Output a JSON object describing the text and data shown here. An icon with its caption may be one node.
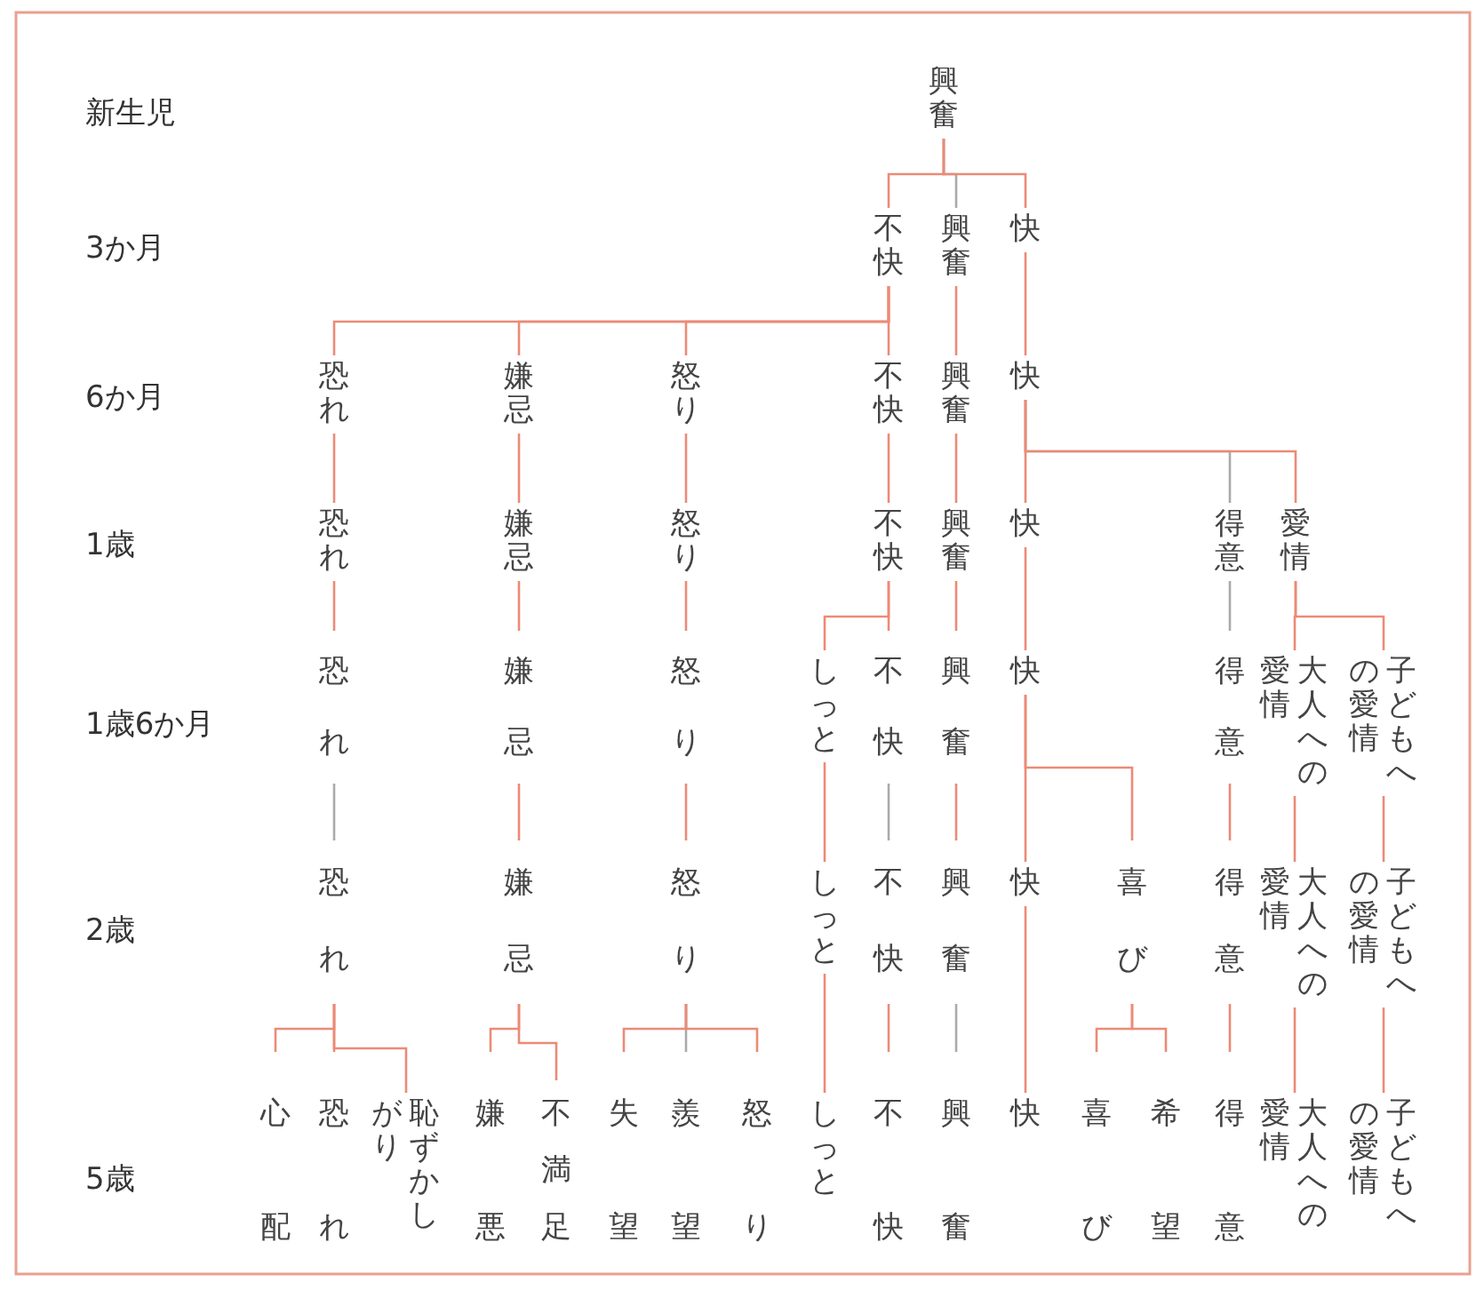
{
  "diagram": {
    "nodes": [
      {
        "text": [
          "興奮"
        ]
      },
      {
        "text": [
          "不快"
        ]
      },
      {
        "text": [
          "興奮"
        ]
      },
      {
        "text": [
          "快"
        ]
      },
      {
        "text": [
          "恐れ"
        ]
      },
      {
        "text": [
          "嫌忌"
        ]
      },
      {
        "text": [
          "怒り"
        ]
      },
      {
        "text": [
          "不快"
        ]
      },
      {
        "text": [
          "興奮"
        ]
      },
      {
        "text": [
          "快"
        ]
      },
      {
        "text": [
          "恐れ"
        ]
      },
      {
        "text": [
          "嫌忌"
        ]
      },
      {
        "text": [
          "怒り"
        ]
      },
      {
        "text": [
          "不快"
        ]
      },
      {
        "text": [
          "興奮"
        ]
      },
      {
        "text": [
          "快"
        ]
      },
      {
        "text": [
          "得意"
        ]
      },
      {
        "text": [
          "愛情"
        ]
      },
      {
        "text": [
          "恐れ"
        ]
      },
      {
        "text": [
          "嫌忌"
        ]
      },
      {
        "text": [
          "怒り"
        ]
      },
      {
        "text": [
          "しっと"
        ]
      },
      {
        "text": [
          "不快"
        ]
      },
      {
        "text": [
          "興奮"
        ]
      },
      {
        "text": [
          "快"
        ]
      },
      {
        "text": [
          "得意"
        ]
      },
      {
        "text": [
          "大人への愛情"
        ]
      },
      {
        "text": [
          "子どもへの愛情"
        ]
      },
      {
        "text": [
          "恐れ"
        ]
      },
      {
        "text": [
          "嫌忌"
        ]
      },
      {
        "text": [
          "怒り"
        ]
      },
      {
        "text": [
          "しっと"
        ]
      },
      {
        "text": [
          "不快"
        ]
      },
      {
        "text": [
          "興奮"
        ]
      },
      {
        "text": [
          "快"
        ]
      },
      {
        "text": [
          "喜び"
        ]
      },
      {
        "text": [
          "得意"
        ]
      },
      {
        "text": [
          "大人への愛情"
        ]
      },
      {
        "text": [
          "子どもへの愛情"
        ]
      },
      {
        "text": [
          "心配"
        ]
      },
      {
        "text": [
          "恐れ"
        ]
      },
      {
        "text": [
          "恥ずかしがり"
        ]
      },
      {
        "text": [
          "嫌悪"
        ]
      },
      {
        "text": [
          "不満足"
        ]
      },
      {
        "text": [
          "失望"
        ]
      },
      {
        "text": [
          "羨望"
        ]
      },
      {
        "text": [
          "怒り"
        ]
      },
      {
        "text": [
          "しっと"
        ]
      },
      {
        "text": [
          "不快"
        ]
      },
      {
        "text": [
          "興奮"
        ]
      },
      {
        "text": [
          "快"
        ]
      },
      {
        "text": [
          "喜び"
        ]
      },
      {
        "text": [
          "希望"
        ]
      },
      {
        "text": [
          "得意"
        ]
      },
      {
        "text": [
          "大人への愛情"
        ]
      },
      {
        "text": [
          "子どもへの愛情"
        ]
      }
    ],
    "edges": [
      {
        "from": 0,
        "to": 1,
        "arrow": "none"
      },
      {
        "from": 0,
        "to": 2,
        "arrow": "none",
        "color": "#aaaaaa"
      },
      {
        "from": 0,
        "to": 3,
        "arrow": "none"
      },
      {
        "from": 1,
        "to": 4,
        "arrow": "none"
      },
      {
        "from": 1,
        "to": 5,
        "arrow": "none"
      },
      {
        "from": 1,
        "to": 6,
        "arrow": "none"
      },
      {
        "from": 1,
        "to": 7,
        "arrow": "none"
      },
      {
        "from": 2,
        "to": 8,
        "arrow": "none"
      },
      {
        "from": 3,
        "to": 9,
        "arrow": "none"
      },
      {
        "from": 4,
        "to": 10,
        "arrow": "none"
      },
      {
        "from": 5,
        "to": 11,
        "arrow": "none"
      },
      {
        "from": 6,
        "to": 12,
        "arrow": "none"
      },
      {
        "from": 7,
        "to": 13,
        "arrow": "none"
      },
      {
        "from": 8,
        "to": 14,
        "arrow": "none"
      },
      {
        "from": 9,
        "to": 15,
        "arrow": "none"
      },
      {
        "from": 9,
        "to": 16,
        "arrow": "none",
        "color": "#aaaaaa"
      },
      {
        "from": 9,
        "to": 17,
        "arrow": "none"
      },
      {
        "from": 10,
        "to": 18,
        "arrow": "none"
      },
      {
        "from": 11,
        "to": 19,
        "arrow": "none"
      },
      {
        "from": 12,
        "to": 20,
        "arrow": "none"
      },
      {
        "from": 13,
        "to": 21,
        "arrow": "none"
      },
      {
        "from": 13,
        "to": 22,
        "arrow": "none"
      },
      {
        "from": 14,
        "to": 23,
        "arrow": "none"
      },
      {
        "from": 15,
        "to": 24,
        "arrow": "none"
      },
      {
        "from": 16,
        "to": 25,
        "arrow": "none",
        "color": "#aaaaaa"
      },
      {
        "from": 17,
        "to": 26,
        "arrow": "none"
      },
      {
        "from": 17,
        "to": 27,
        "arrow": "none"
      },
      {
        "from": 18,
        "to": 28,
        "arrow": "none",
        "color": "#aaaaaa"
      },
      {
        "from": 19,
        "to": 29,
        "arrow": "none"
      },
      {
        "from": 20,
        "to": 30,
        "arrow": "none"
      },
      {
        "from": 21,
        "to": 31,
        "arrow": "none"
      },
      {
        "from": 22,
        "to": 32,
        "arrow": "none",
        "color": "#aaaaaa"
      },
      {
        "from": 23,
        "to": 33,
        "arrow": "none"
      },
      {
        "from": 24,
        "to": 34,
        "arrow": "none"
      },
      {
        "from": 24,
        "to": 35,
        "arrow": "none"
      },
      {
        "from": 25,
        "to": 36,
        "arrow": "none"
      },
      {
        "from": 26,
        "to": 37,
        "arrow": "none"
      },
      {
        "from": 27,
        "to": 38,
        "arrow": "none"
      },
      {
        "from": 28,
        "to": 39,
        "arrow": "none"
      },
      {
        "from": 28,
        "to": 40,
        "arrow": "none"
      },
      {
        "from": 28,
        "to": 41,
        "arrow": "none"
      },
      {
        "from": 29,
        "to": 42,
        "arrow": "none"
      },
      {
        "from": 29,
        "to": 43,
        "arrow": "none"
      },
      {
        "from": 30,
        "to": 44,
        "arrow": "none"
      },
      {
        "from": 30,
        "to": 45,
        "arrow": "none",
        "color": "#aaaaaa"
      },
      {
        "from": 30,
        "to": 46,
        "arrow": "none"
      },
      {
        "from": 31,
        "to": 47,
        "arrow": "none"
      },
      {
        "from": 32,
        "to": 48,
        "arrow": "none"
      },
      {
        "from": 33,
        "to": 49,
        "arrow": "none",
        "color": "#aaaaaa"
      },
      {
        "from": 34,
        "to": 50,
        "arrow": "none"
      },
      {
        "from": 35,
        "to": 51,
        "arrow": "none"
      },
      {
        "from": 35,
        "to": 52,
        "arrow": "none"
      },
      {
        "from": 36,
        "to": 53,
        "arrow": "none"
      },
      {
        "from": 37,
        "to": 54,
        "arrow": "none"
      },
      {
        "from": 38,
        "to": 55,
        "arrow": "none"
      }
    ],
    "labels": [
      "新生児",
      "3か月",
      "6か月",
      "1歳",
      "1歳6か月",
      "2歳",
      "5歳"
    ]
  }
}
